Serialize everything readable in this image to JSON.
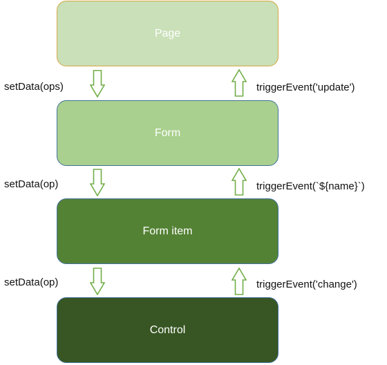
{
  "colors": {
    "page_fill": "#c9e0b8",
    "page_border": "#d4a640",
    "form_fill": "#a9d08e",
    "form_item_fill": "#548235",
    "control_fill": "#375623",
    "box_border": "#41719c",
    "arrow_stroke": "#70ad47"
  },
  "boxes": {
    "page": "Page",
    "form": "Form",
    "form_item": "Form item",
    "control": "Control"
  },
  "down_labels": {
    "page_to_form": "setData(ops)",
    "form_to_item": "setData(op)",
    "item_to_control": "setData(op)"
  },
  "up_labels": {
    "form_to_page": "triggerEvent('update')",
    "item_to_form": "triggerEvent(`${name}`)",
    "control_to_item": "triggerEvent('change')"
  },
  "icons": {
    "down": "hollow-down-arrow-icon",
    "up": "hollow-up-arrow-icon"
  }
}
